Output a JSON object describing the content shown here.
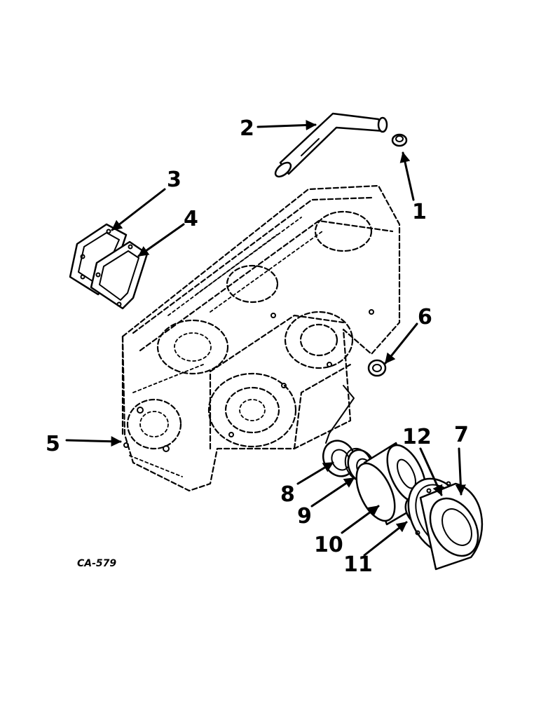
{
  "figure": {
    "id": "CA-579",
    "callouts": [
      {
        "number": "1",
        "part": "plug"
      },
      {
        "number": "2",
        "part": "tube"
      },
      {
        "number": "3",
        "part": "cover"
      },
      {
        "number": "4",
        "part": "gasket"
      },
      {
        "number": "5",
        "part": "housing"
      },
      {
        "number": "6",
        "part": "plug"
      },
      {
        "number": "7",
        "part": "cover"
      },
      {
        "number": "8",
        "part": "gasket"
      },
      {
        "number": "9",
        "part": "seal"
      },
      {
        "number": "10",
        "part": "filter"
      },
      {
        "number": "11",
        "part": "ring"
      },
      {
        "number": "12",
        "part": "gasket"
      }
    ]
  }
}
